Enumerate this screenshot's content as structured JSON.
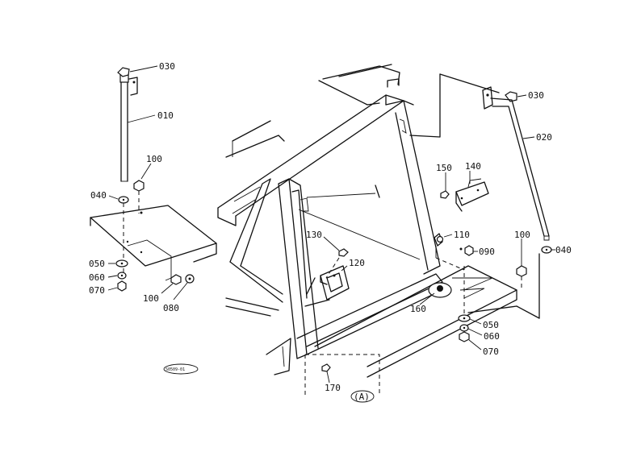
{
  "diagram": {
    "stamp": "S0509-01",
    "view_marker": "(A)",
    "part_labels": {
      "p010": "010",
      "p020": "020",
      "p030_left": "030",
      "p030_right": "030",
      "p040_left": "040",
      "p040_right": "040",
      "p050_left": "050",
      "p050_right": "050",
      "p060_left": "060",
      "p060_right": "060",
      "p070_left": "070",
      "p070_right": "070",
      "p080": "080",
      "p090": "090",
      "p100_top": "100",
      "p100_bottom": "100",
      "p100_right": "100",
      "p110": "110",
      "p120": "120",
      "p130": "130",
      "p140": "140",
      "p150": "150",
      "p160": "160",
      "p170": "170"
    }
  }
}
